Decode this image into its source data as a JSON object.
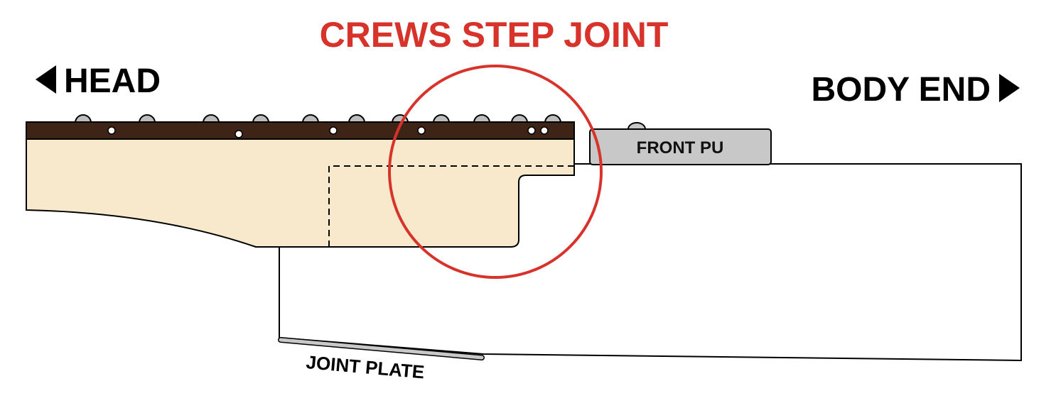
{
  "title": "CREWS STEP JOINT",
  "labels": {
    "head": "HEAD",
    "body_end": "BODY END",
    "front_pu": "FRONT PU",
    "joint_plate": "JOINT PLATE"
  },
  "colors": {
    "title": "#d8332b",
    "circle": "#d8332b",
    "fingerboard": "#3d2416",
    "neck_wood": "#f8e9cc",
    "pickup": "#c8c8c8",
    "fret": "#bdbdbd",
    "plate": "#c8c8c8",
    "outline": "#000000",
    "body": "#ffffff"
  },
  "icons": {
    "head_arrow": "triangle-left-icon",
    "body_arrow": "triangle-right-icon"
  }
}
